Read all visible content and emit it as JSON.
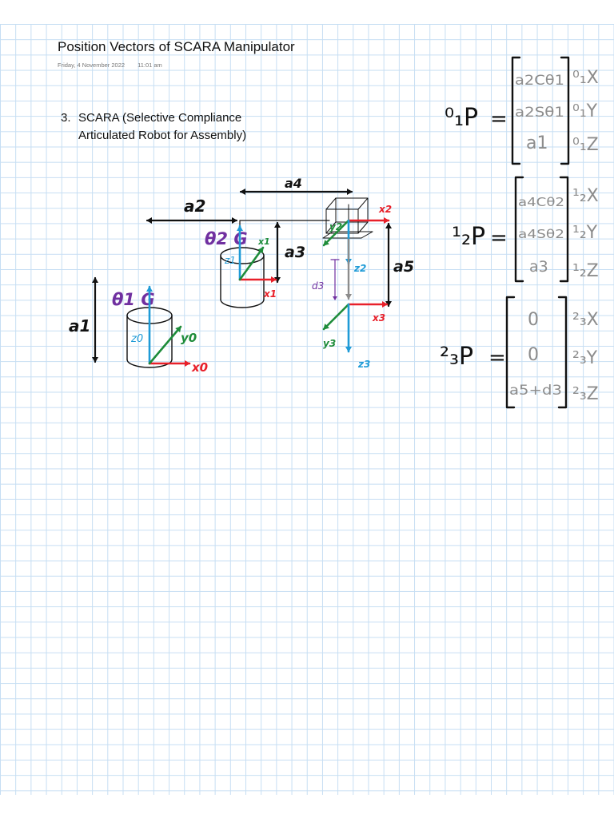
{
  "page": {
    "title": "Position Vectors of SCARA Manipulator",
    "date": "Friday, 4 November 2022",
    "time": "11:01 am"
  },
  "heading": {
    "number": "3.",
    "line1": "SCARA (Selective Compliance",
    "line2": "Articulated Robot for Assembly)"
  },
  "colors": {
    "grid": "#c6def3",
    "ink_black": "#111111",
    "ink_purple": "#7030a0",
    "ink_blue": "#1f9bd7",
    "ink_red": "#e8202a",
    "ink_green": "#1e8c3a",
    "ink_gray": "#8c8c8c"
  },
  "diagram": {
    "link_labels": [
      "a2",
      "a4",
      "a3",
      "a5",
      "a1"
    ],
    "joint_labels": [
      "θ1 G",
      "θ2 G"
    ],
    "displacement_label": "d3",
    "frame0_axes": [
      "z0",
      "y0",
      "x0"
    ],
    "frame1_axes": [
      "z1",
      "x1",
      "x1"
    ],
    "frame2_axes": [
      "x2",
      "y2",
      "z2"
    ],
    "frame3_axes": [
      "x3",
      "y3",
      "z3"
    ]
  },
  "equations": [
    {
      "lhs": "⁰₁P",
      "rows": [
        "a2Cθ1",
        "a2Sθ1",
        "a1"
      ],
      "row_labels": [
        "⁰₁X",
        "⁰₁Y",
        "⁰₁Z"
      ]
    },
    {
      "lhs": "¹₂P",
      "rows": [
        "a4Cθ2",
        "a4Sθ2",
        "a3"
      ],
      "row_labels": [
        "¹₂X",
        "¹₂Y",
        "¹₂Z"
      ]
    },
    {
      "lhs": "²₃P",
      "rows": [
        "0",
        "0",
        "a5+d3"
      ],
      "row_labels": [
        "²₃X",
        "²₃Y",
        "²₃Z"
      ]
    }
  ]
}
